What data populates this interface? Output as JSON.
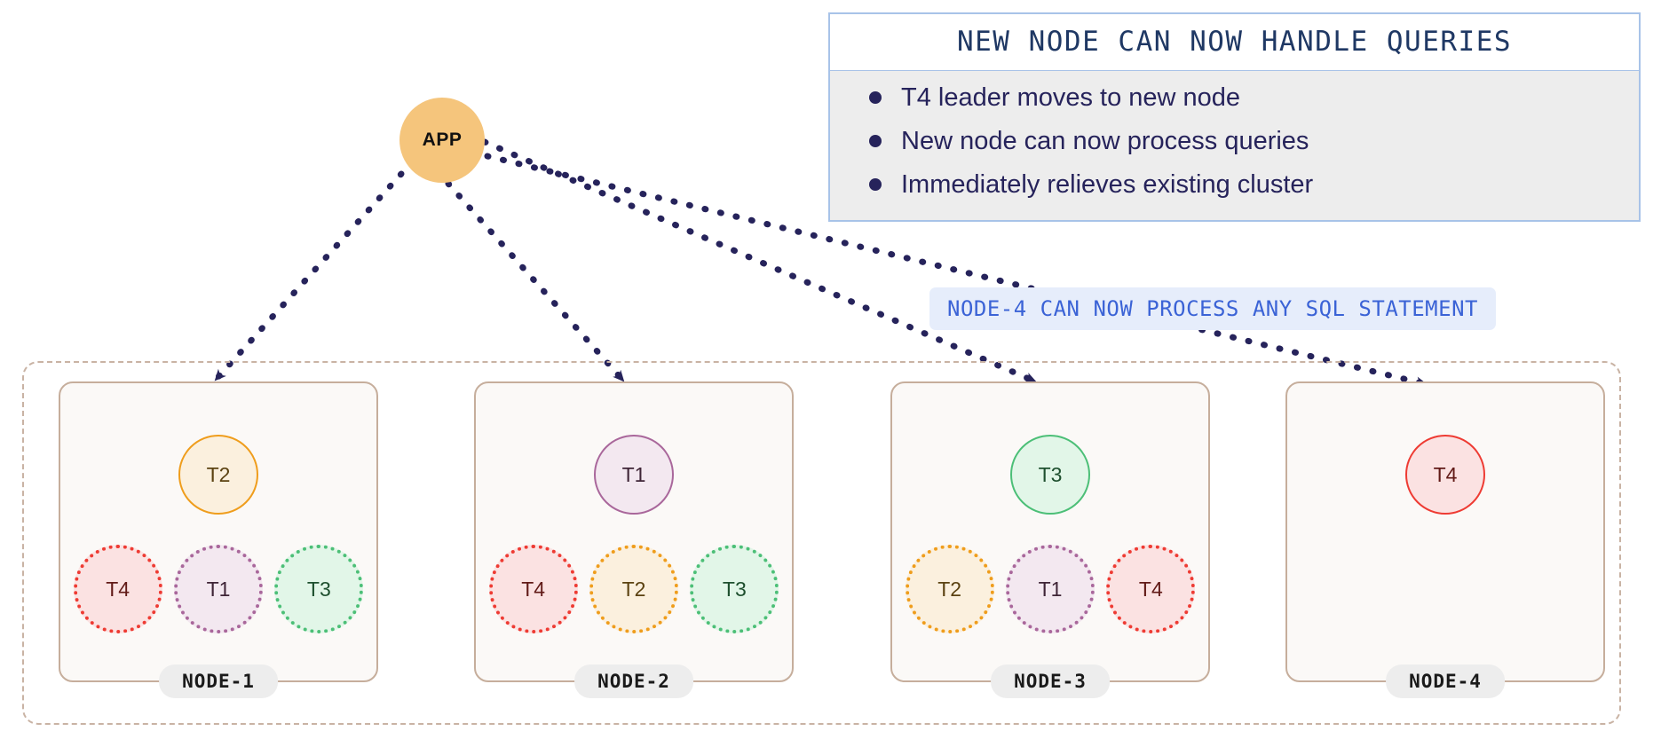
{
  "app": {
    "label": "APP",
    "color": "#F5C57C"
  },
  "callout": {
    "title": "NEW NODE CAN NOW HANDLE QUERIES",
    "border_color": "#A8C3E8",
    "title_color": "#1F3864",
    "body_bg": "#EDEDED",
    "items": [
      "T4 leader moves to new node",
      "New node can now process queries",
      "Immediately relieves existing cluster"
    ]
  },
  "sub_badge": {
    "text": "NODE-4 CAN NOW PROCESS ANY SQL STATEMENT",
    "bg": "#E6EDFB",
    "color": "#3B63D6"
  },
  "cluster": {
    "border_color": "#C9B3A4",
    "nodes": [
      {
        "label": "NODE-1",
        "leader": {
          "token": "T2",
          "theme": "T2"
        },
        "replicas": [
          {
            "token": "T4",
            "theme": "T4"
          },
          {
            "token": "T1",
            "theme": "T1"
          },
          {
            "token": "T3",
            "theme": "T3"
          }
        ]
      },
      {
        "label": "NODE-2",
        "leader": {
          "token": "T1",
          "theme": "T1"
        },
        "replicas": [
          {
            "token": "T4",
            "theme": "T4"
          },
          {
            "token": "T2",
            "theme": "T2"
          },
          {
            "token": "T3",
            "theme": "T3"
          }
        ]
      },
      {
        "label": "NODE-3",
        "leader": {
          "token": "T3",
          "theme": "T3"
        },
        "replicas": [
          {
            "token": "T2",
            "theme": "T2"
          },
          {
            "token": "T1",
            "theme": "T1"
          },
          {
            "token": "T4",
            "theme": "T4"
          }
        ]
      },
      {
        "label": "NODE-4",
        "leader": {
          "token": "T4",
          "theme": "T4"
        },
        "replicas": []
      }
    ]
  },
  "token_colors": {
    "T1": "#A9679B",
    "T2": "#EF9D1C",
    "T3": "#4CBF77",
    "T4": "#EE3B33"
  },
  "arrows": {
    "color": "#26235B",
    "style": "dotted",
    "count": 4
  }
}
